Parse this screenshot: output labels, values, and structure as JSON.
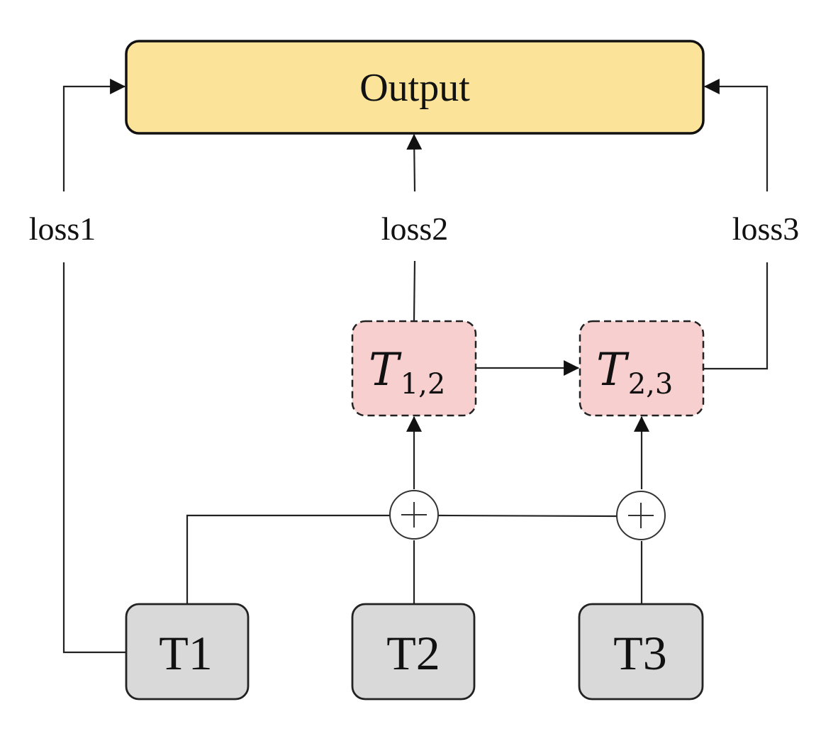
{
  "output": {
    "label": "Output",
    "fill": "#FBE39A"
  },
  "inputs": [
    {
      "id": "T1",
      "label": "T1"
    },
    {
      "id": "T2",
      "label": "T2"
    },
    {
      "id": "T3",
      "label": "T3"
    }
  ],
  "pair_nodes": [
    {
      "id": "T12",
      "base": "T",
      "subscript": "1,2"
    },
    {
      "id": "T23",
      "base": "T",
      "subscript": "2,3"
    }
  ],
  "pair_fill": "#F8CFCF",
  "input_fill": "#D9D9D9",
  "losses": [
    {
      "id": "loss1",
      "label": "loss1"
    },
    {
      "id": "loss2",
      "label": "loss2"
    },
    {
      "id": "loss3",
      "label": "loss3"
    }
  ],
  "combine_nodes": [
    {
      "id": "plus-a",
      "symbol": "+"
    },
    {
      "id": "plus-b",
      "symbol": "+"
    }
  ]
}
